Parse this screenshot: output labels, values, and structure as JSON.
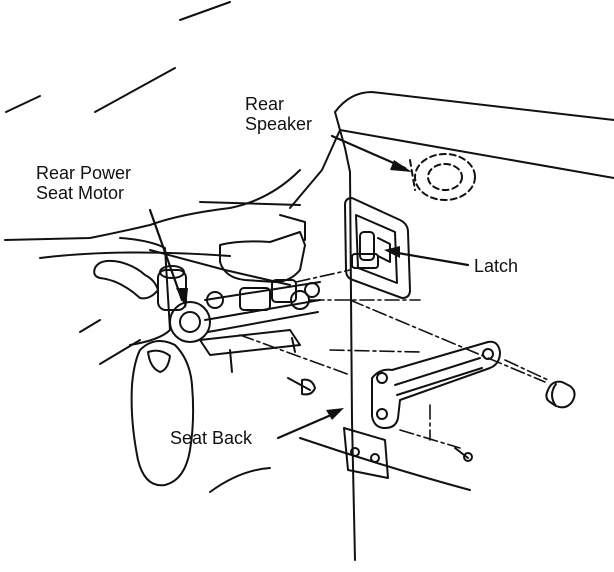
{
  "labels": {
    "rear_speaker": [
      "Rear",
      "Speaker"
    ],
    "rear_power_seat_motor": [
      "Rear Power",
      "Seat Motor"
    ],
    "latch": "Latch",
    "seat_back": "Seat Back"
  },
  "colors": {
    "ink": "#111111",
    "paper": "#ffffff"
  }
}
